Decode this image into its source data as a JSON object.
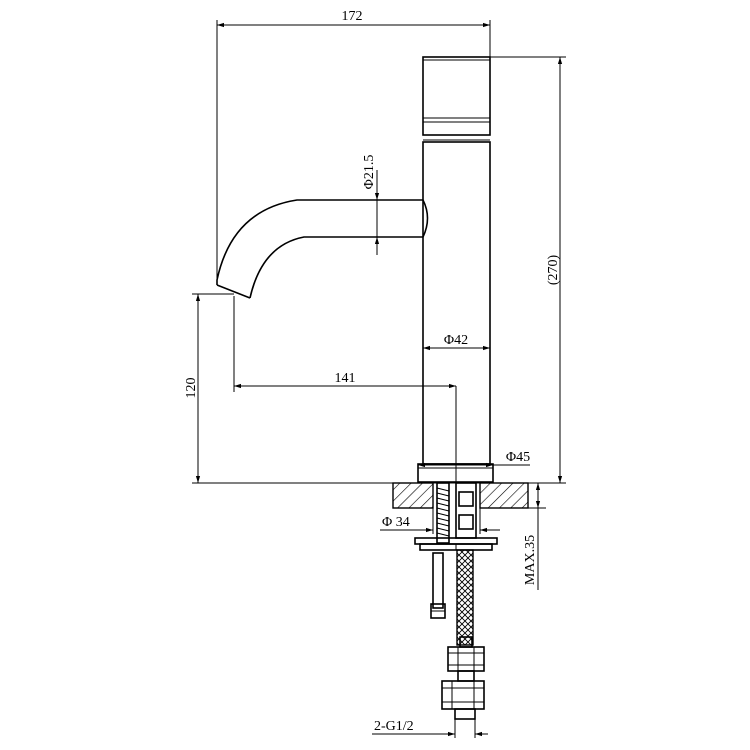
{
  "dimensions": {
    "overall_width": "172",
    "spout_diameter": "Φ21.5",
    "overall_height": "(270)",
    "body_diameter": "Φ42",
    "spout_projection": "141",
    "spout_height": "120",
    "base_diameter": "Φ45",
    "hole_diameter": "Φ 34",
    "max_deck_thickness": "MAX.35",
    "connection": "2-G1/2"
  }
}
